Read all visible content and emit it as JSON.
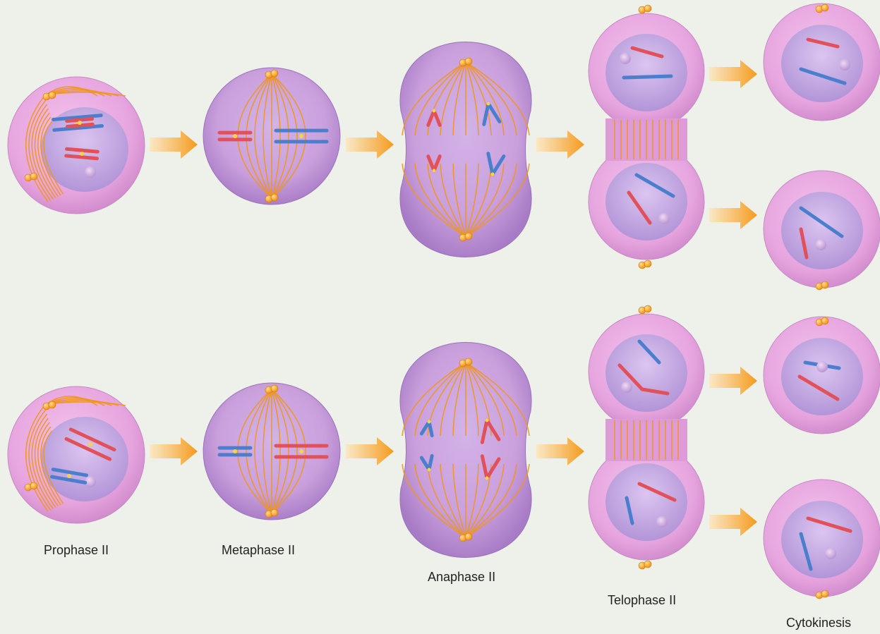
{
  "labels": {
    "prophase": "Prophase II",
    "metaphase": "Metaphase II",
    "anaphase": "Anaphase II",
    "telophase": "Telophase II",
    "cytokinesis": "Cytokinesis"
  },
  "colors": {
    "background": "#edf1e9",
    "cell_pink": "#e7a8e0",
    "cell_purple": "#b690d6",
    "spindle": "#f0961e",
    "centrosome": "#f6a21f",
    "chromosome_red": "#e2505a",
    "chromosome_blue": "#4b7fce",
    "arrow": "#f5a623"
  }
}
